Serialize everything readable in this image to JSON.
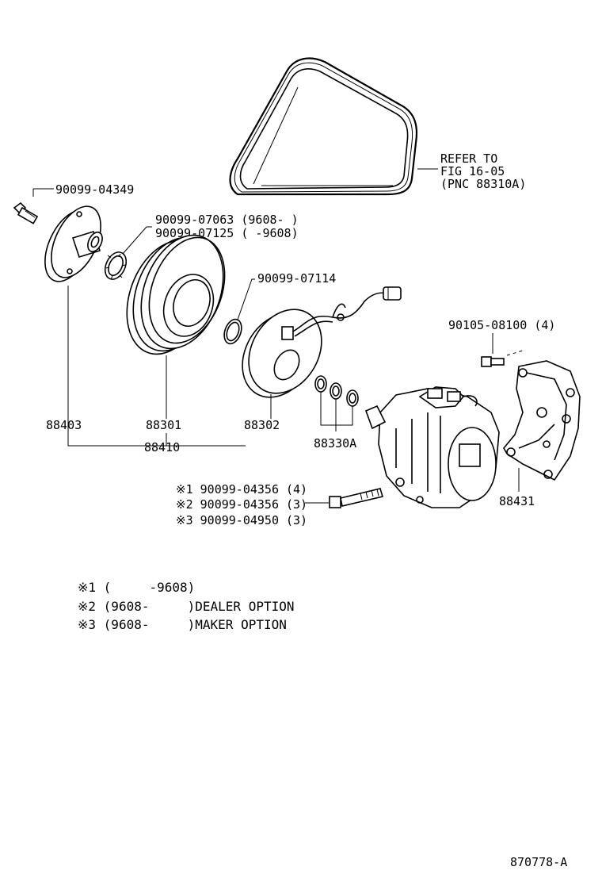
{
  "labels": {
    "belt_ref_line1": "REFER TO",
    "belt_ref_line2": "FIG 16-05",
    "belt_ref_line3": "(PNC 88310A)",
    "bolt_hub": "90099-04349",
    "ring_a": "90099-07063 (9608-     )",
    "ring_b": "90099-07125 (      -9608)",
    "snap_ring": "90099-07114",
    "bracket_bolt": "90105-08100 (4)",
    "p88403": "88403",
    "p88301": "88301",
    "p88302": "88302",
    "p88410": "88410",
    "p88330a": "88330A",
    "p88431": "88431",
    "comp_bolt_1": "※1 90099-04356 (4)",
    "comp_bolt_2": "※2 90099-04356 (3)",
    "comp_bolt_3": "※3 90099-04950 (3)"
  },
  "notes": [
    "※1 (     -9608)",
    "※2 (9608-     )DEALER OPTION",
    "※3 (9608-     )MAKER OPTION"
  ],
  "figure_id": "870778-A"
}
